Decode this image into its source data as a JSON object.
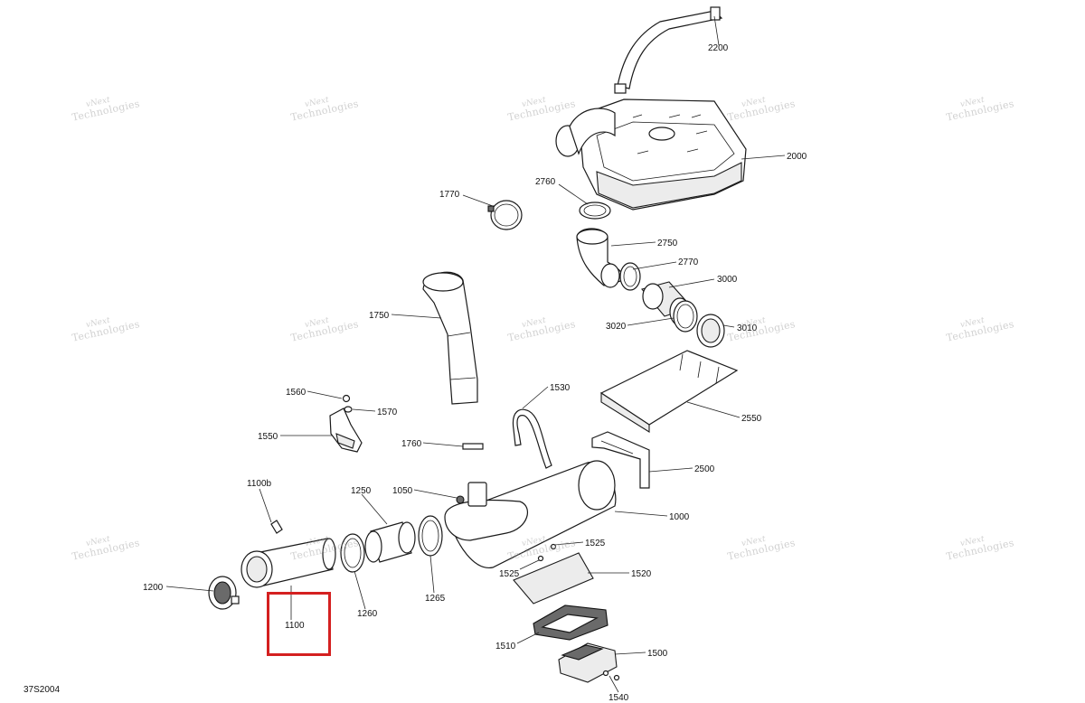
{
  "diagram": {
    "code": "37S2004",
    "highlighted_part": "1100",
    "highlight_color": "#d42020",
    "watermark": {
      "line1": "vNext",
      "line2": "Technologies"
    },
    "parts": [
      {
        "id": "p2200",
        "label": "2200"
      },
      {
        "id": "p2000",
        "label": "2000"
      },
      {
        "id": "p2760",
        "label": "2760"
      },
      {
        "id": "p1770",
        "label": "1770"
      },
      {
        "id": "p2750",
        "label": "2750"
      },
      {
        "id": "p2770",
        "label": "2770"
      },
      {
        "id": "p3000",
        "label": "3000"
      },
      {
        "id": "p3020",
        "label": "3020"
      },
      {
        "id": "p3010",
        "label": "3010"
      },
      {
        "id": "p1750",
        "label": "1750"
      },
      {
        "id": "p2550",
        "label": "2550"
      },
      {
        "id": "p1560",
        "label": "1560"
      },
      {
        "id": "p1570",
        "label": "1570"
      },
      {
        "id": "p1530",
        "label": "1530"
      },
      {
        "id": "p1550",
        "label": "1550"
      },
      {
        "id": "p1760",
        "label": "1760"
      },
      {
        "id": "p2500",
        "label": "2500"
      },
      {
        "id": "p1100b",
        "label": "1100b"
      },
      {
        "id": "p1250",
        "label": "1250"
      },
      {
        "id": "p1050",
        "label": "1050"
      },
      {
        "id": "p1000",
        "label": "1000"
      },
      {
        "id": "p1525a",
        "label": "1525"
      },
      {
        "id": "p1525b",
        "label": "1525"
      },
      {
        "id": "p1520",
        "label": "1520"
      },
      {
        "id": "p1200",
        "label": "1200"
      },
      {
        "id": "p1260",
        "label": "1260"
      },
      {
        "id": "p1265",
        "label": "1265"
      },
      {
        "id": "p1100",
        "label": "1100"
      },
      {
        "id": "p1510",
        "label": "1510"
      },
      {
        "id": "p1500",
        "label": "1500"
      },
      {
        "id": "p1540",
        "label": "1540"
      }
    ]
  }
}
